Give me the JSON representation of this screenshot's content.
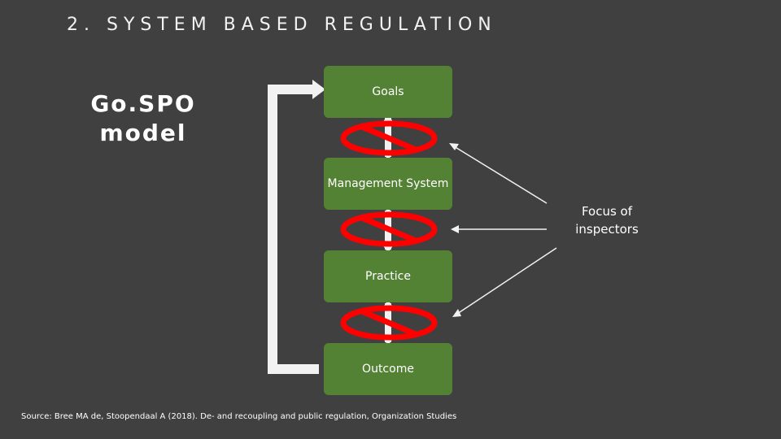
{
  "slide": {
    "title": "2. SYSTEM BASED REGULATION",
    "model_title_line1": "Go.SPO",
    "model_title_line2": "model"
  },
  "boxes": [
    {
      "label": "Goals"
    },
    {
      "label": "Management System"
    },
    {
      "label": "Practice"
    },
    {
      "label": "Outcome"
    }
  ],
  "focus": {
    "line1": "Focus of",
    "line2": "inspectors"
  },
  "source": "Source: Bree MA de, Stoopendaal A (2018). De- and recoupling and public regulation, Organization Studies",
  "colors": {
    "background": "#404040",
    "box": "#548235",
    "prohibition": "#ff0000",
    "connector": "#f2f2f2"
  },
  "icons": [
    "prohibition-icon",
    "arrow-icon"
  ]
}
